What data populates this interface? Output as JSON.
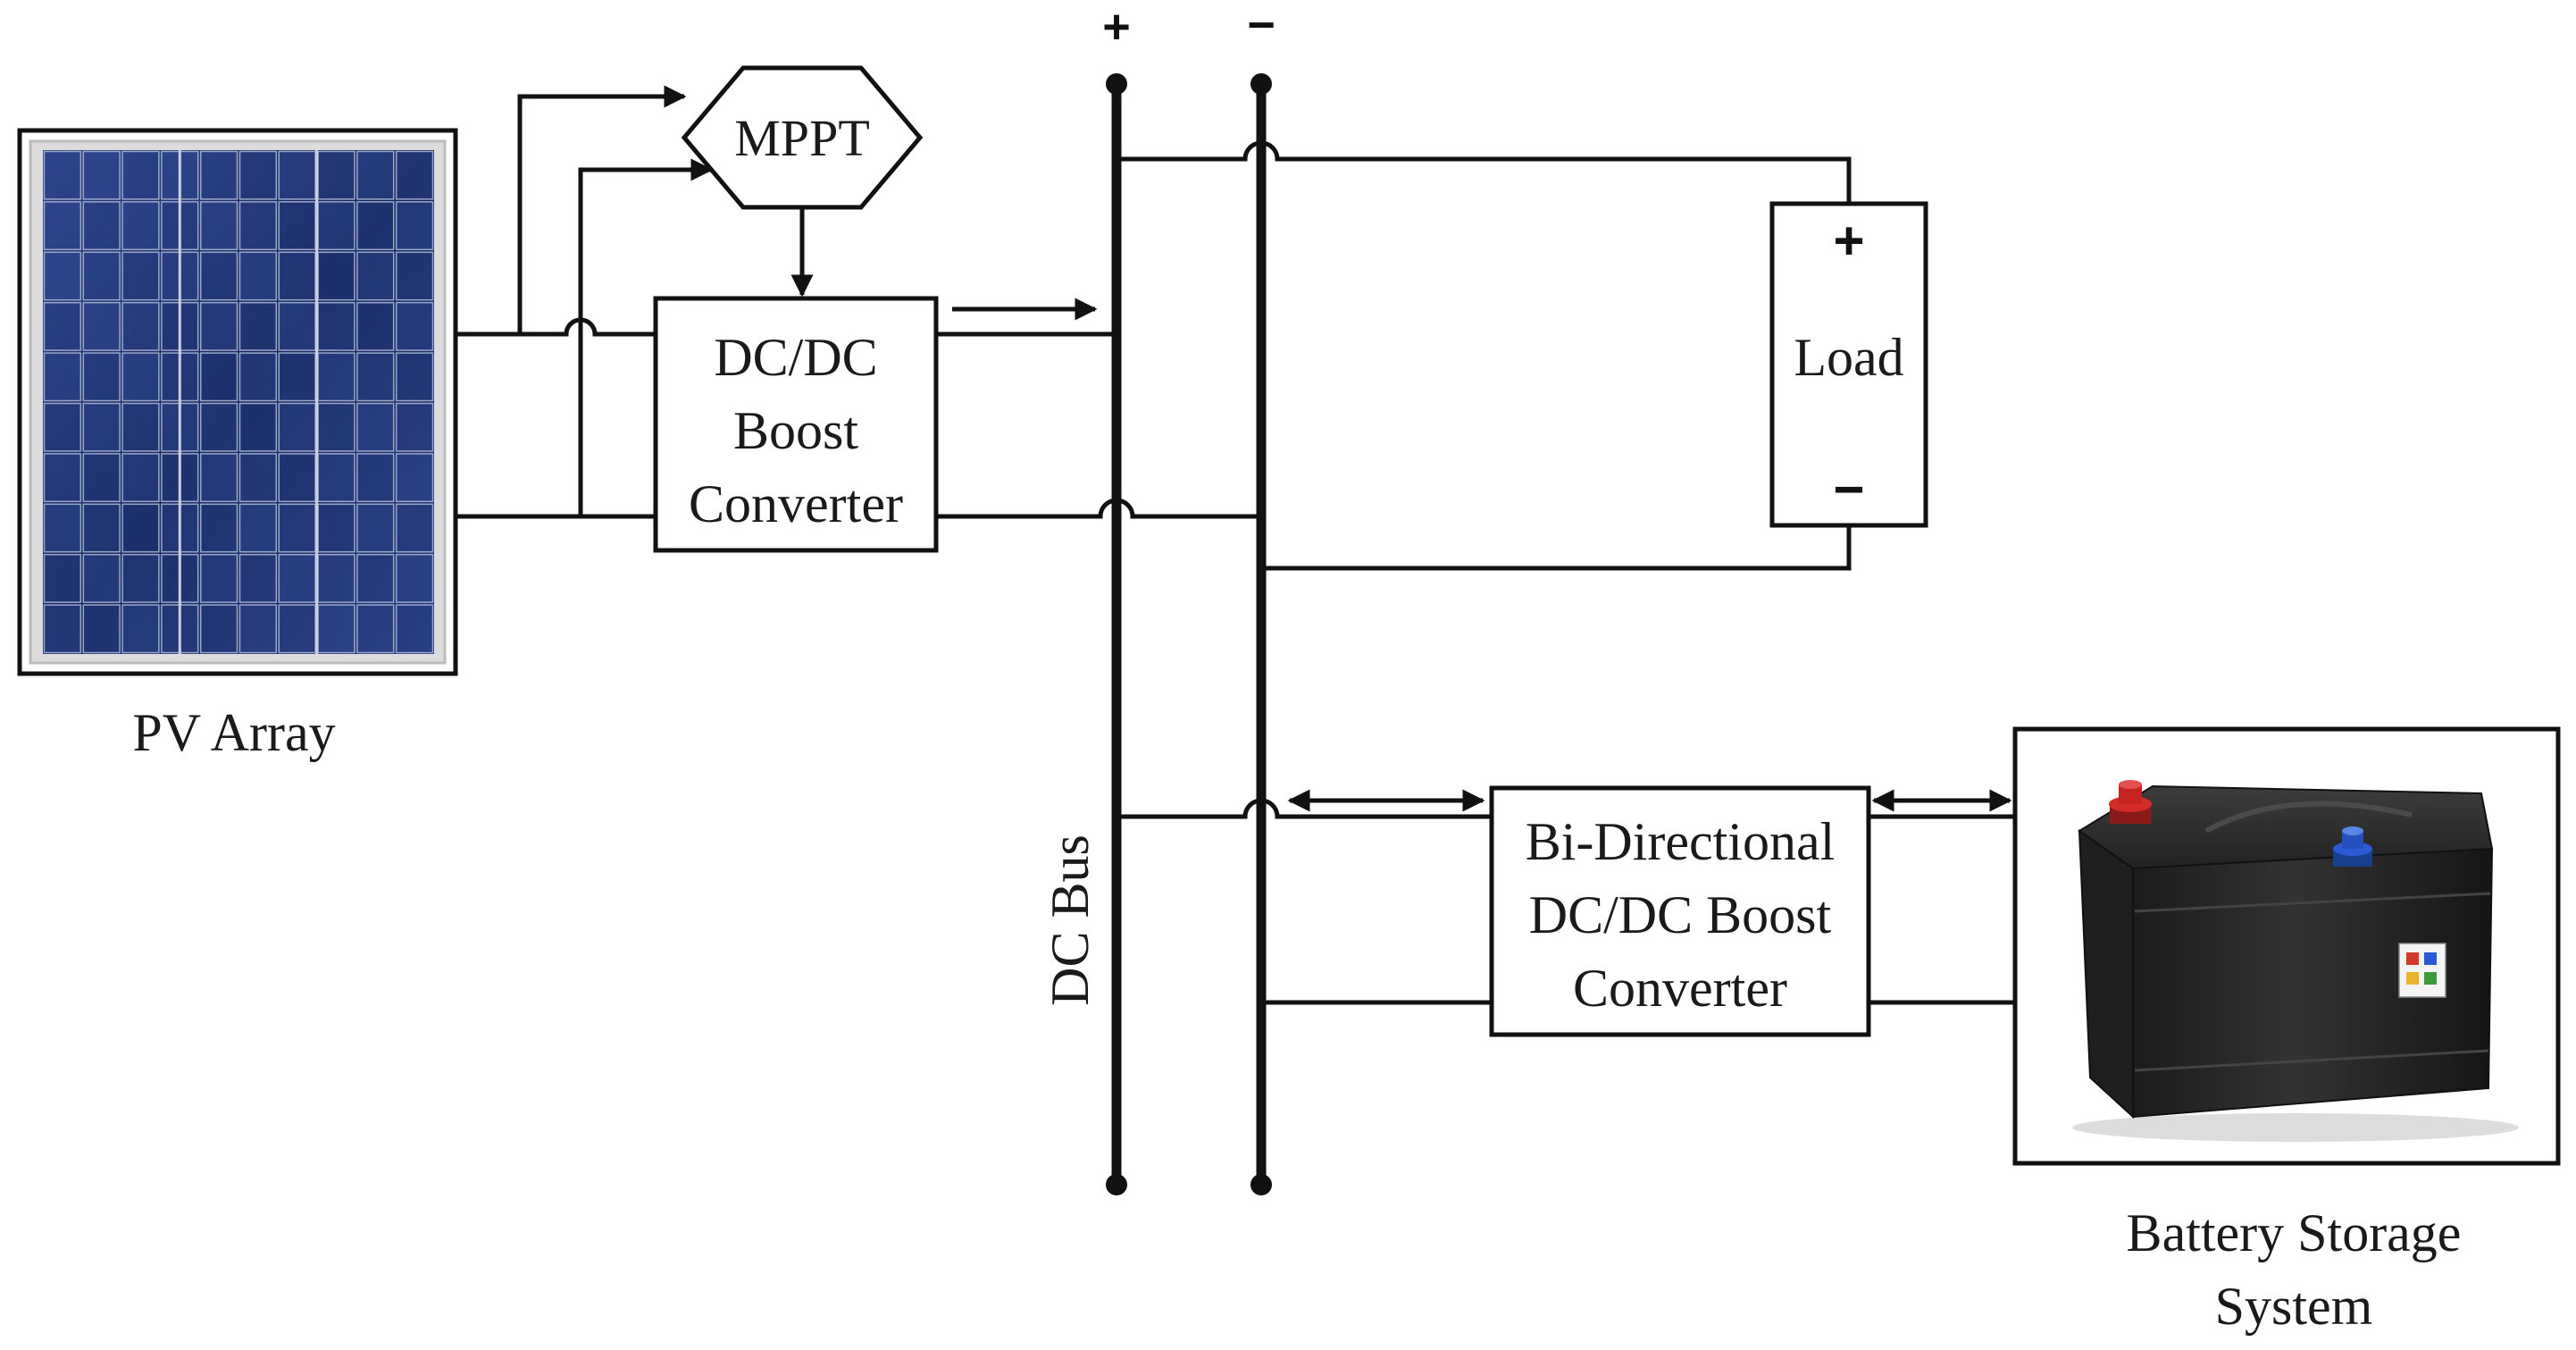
{
  "pv_array": {
    "label": "PV Array"
  },
  "mppt": {
    "label": "MPPT"
  },
  "dcdc_boost": {
    "line1": "DC/DC",
    "line2": "Boost",
    "line3": "Converter"
  },
  "dc_bus": {
    "label": "DC Bus",
    "positive_symbol": "+",
    "negative_symbol": "−"
  },
  "load": {
    "label": "Load",
    "positive_symbol": "+",
    "negative_symbol": "−"
  },
  "bidirectional_converter": {
    "line1": "Bi-Directional",
    "line2": "DC/DC Boost",
    "line3": "Converter"
  },
  "battery": {
    "line1": "Battery Storage",
    "line2": "System"
  },
  "colors": {
    "line": "#111111",
    "panel_cell": "#1c2f6e",
    "panel_frame": "#d9d9d9",
    "battery_body": "#2a2a2a",
    "terminal_positive": "#d42a2a",
    "terminal_negative": "#2a5bd4"
  }
}
